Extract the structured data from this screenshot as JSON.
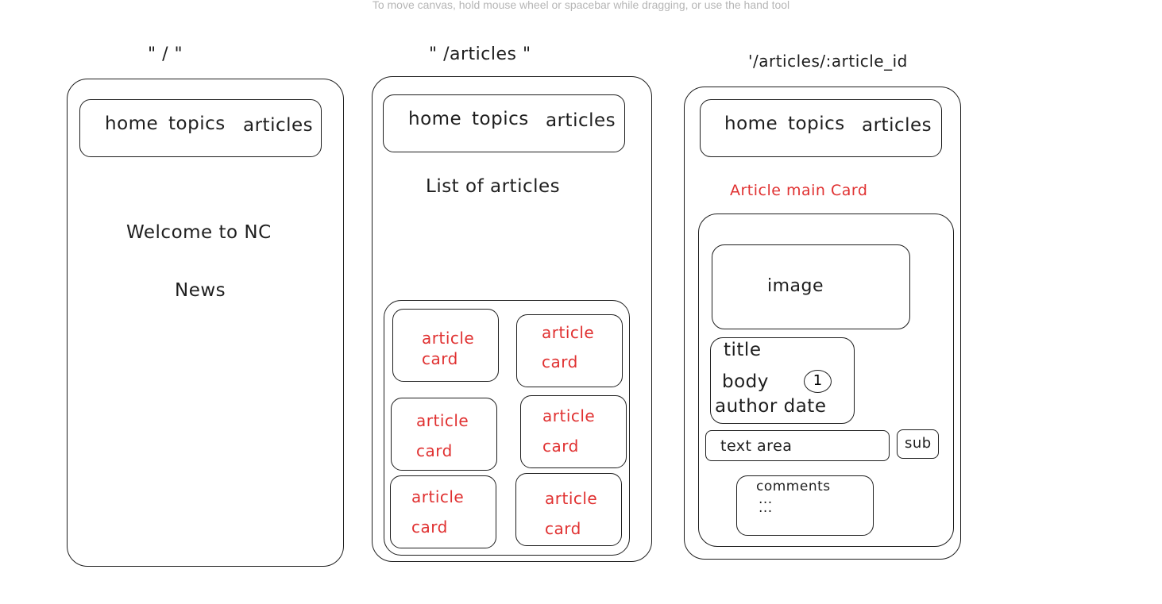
{
  "canvas_hint": "To move canvas, hold mouse wheel or spacebar while dragging, or use the hand tool",
  "screens": [
    {
      "route": "\" / \"",
      "nav": {
        "home": "home",
        "topics": "topics",
        "articles": "articles"
      },
      "welcome_line1": "Welcome to NC",
      "welcome_line2": "News"
    },
    {
      "route": "\"  /articles \"",
      "nav": {
        "home": "home",
        "topics": "topics",
        "articles": "articles"
      },
      "heading": "List of articles",
      "card_line1": "article",
      "card_line2": "card"
    },
    {
      "route": "'/articles/:article_id",
      "nav": {
        "home": "home",
        "topics": "topics",
        "articles": "articles"
      },
      "main_card_label": "Article main Card",
      "image": "image",
      "title": "title",
      "body": "body",
      "vote_count": "1",
      "author_date": "author date",
      "text_area": "text area",
      "submit": "sub",
      "comments": "comments",
      "comments_more": "..."
    }
  ],
  "colors": {
    "stroke": "#1e1e1e",
    "annotation": "#e03131",
    "hint": "#b6b6b6"
  }
}
